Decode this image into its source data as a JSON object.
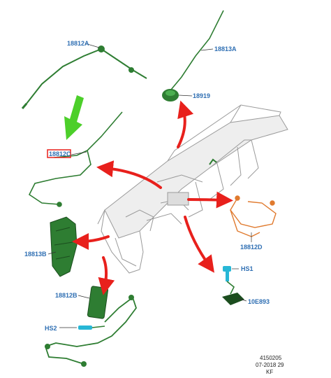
{
  "colors": {
    "label_text": "#2f6fb3",
    "harness_green": "#2e7d32",
    "harness_dark": "#1b4d1e",
    "harness_orange": "#e07a2e",
    "arrow_red": "#e8201c",
    "highlight_arrow": "#4ccf2a",
    "highlight_box": "#e8201c",
    "body_outline": "#9a9a9a",
    "sensor_cyan": "#27b7d6"
  },
  "labels": {
    "l18812A": "18812A",
    "l18813A": "18813A",
    "l18919": "18919",
    "l18812C": "18812C",
    "l18812D": "18812D",
    "l18813B": "18813B",
    "lHS1": "HS1",
    "l10E893": "10E893",
    "l18812B": "18812B",
    "lHS2": "HS2"
  },
  "footer": {
    "ref_number": "4150205",
    "date_code": "07-2018 29",
    "initials": "KF"
  },
  "icons": {
    "highlight_arrow": "green-down-arrow",
    "callout_arrows": "red-curved-arrow"
  }
}
